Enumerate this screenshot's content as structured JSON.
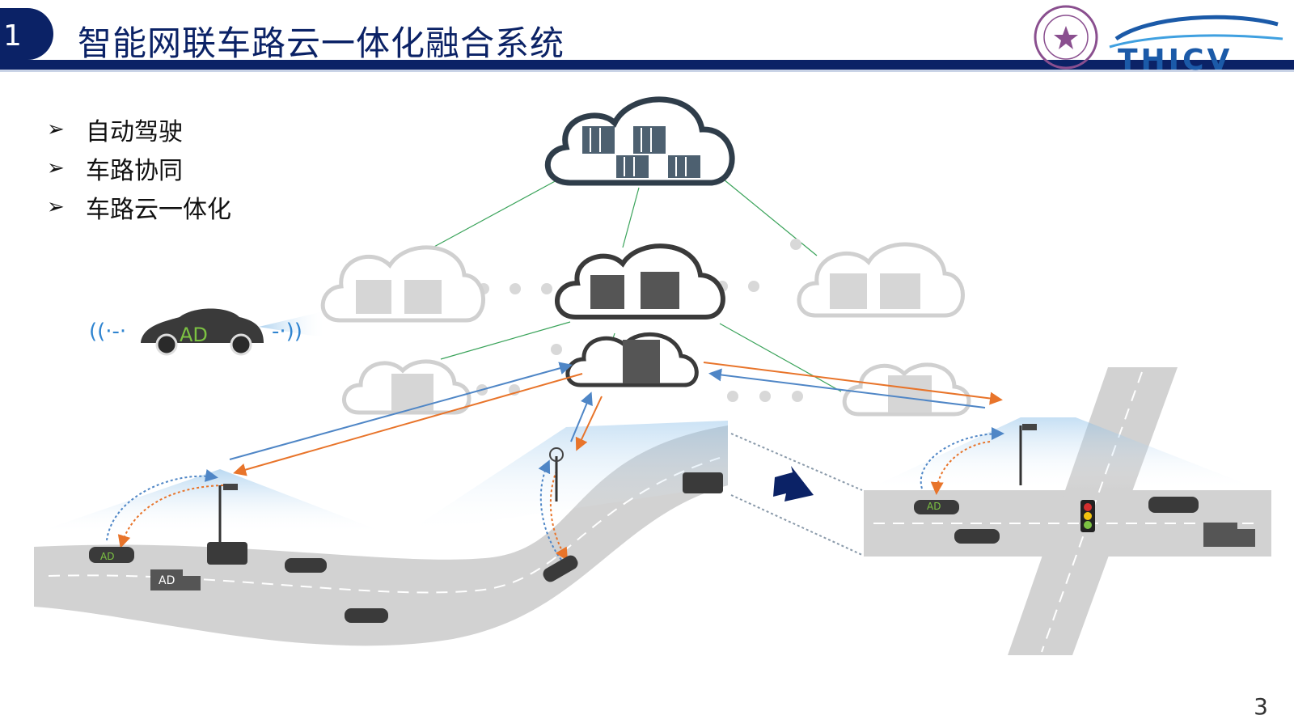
{
  "header": {
    "section_number": "1",
    "title": "智能网联车路云一体化融合系统",
    "logo_text": "THICV"
  },
  "bullets": [
    {
      "marker": "➢",
      "text": "自动驾驶"
    },
    {
      "marker": "➢",
      "text": "车路协同"
    },
    {
      "marker": "➢",
      "text": "车路云一体化"
    }
  ],
  "diagram": {
    "ad_label": "AD"
  },
  "footer": {
    "page_number": "3"
  },
  "colors": {
    "navy": "#0b2266",
    "orange": "#e8742a",
    "blue": "#4f86c6",
    "green": "#3aa35a",
    "road": "#d2d2d2"
  }
}
